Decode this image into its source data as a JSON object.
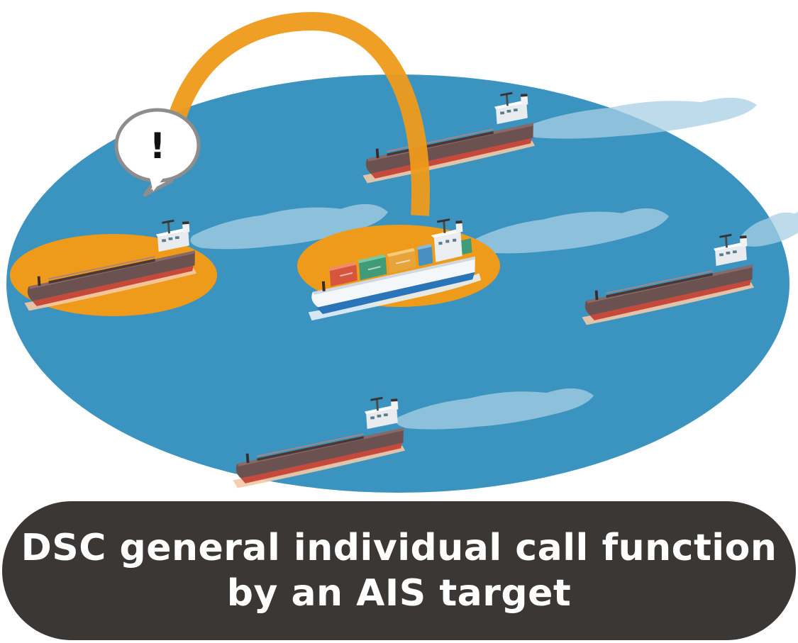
{
  "alert": {
    "symbol": "!"
  },
  "caption": {
    "line1": "DSC general individual call function",
    "line2": "by an AIS target"
  },
  "colors": {
    "sea": "#3b93c0",
    "highlight": "#ee9a1a",
    "hull": "#6b5150",
    "caption_bg": "#3b3735"
  },
  "ships": [
    {
      "name": "tanker-calling",
      "kind": "tanker",
      "highlighted": true
    },
    {
      "name": "container-ship-own",
      "kind": "container",
      "highlighted": true
    },
    {
      "name": "tanker-north",
      "kind": "tanker",
      "highlighted": false
    },
    {
      "name": "tanker-east",
      "kind": "tanker",
      "highlighted": false
    },
    {
      "name": "tanker-south",
      "kind": "tanker",
      "highlighted": false
    }
  ]
}
